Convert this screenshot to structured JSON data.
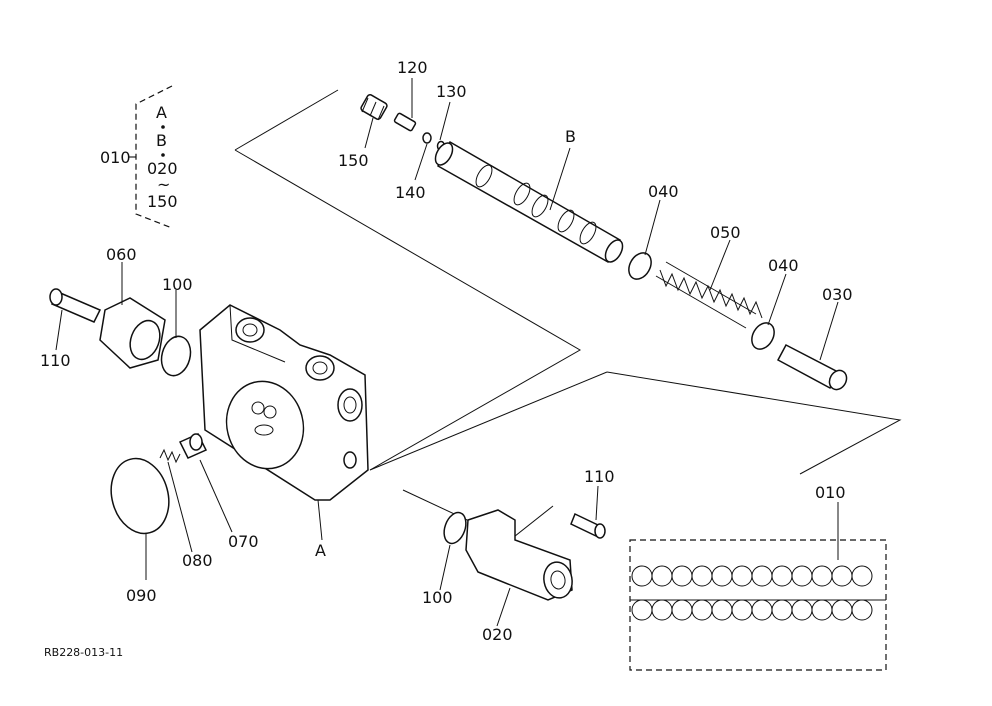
{
  "labels": {
    "p010_group": "010",
    "p010_A": "A",
    "p010_B": "B",
    "p010_020": "020",
    "p010_tilde": "~",
    "p010_150": "150",
    "p120": "120",
    "p130": "130",
    "p150": "150",
    "p140": "140",
    "pB": "B",
    "p040a": "040",
    "p050": "050",
    "p040b": "040",
    "p030": "030",
    "p060": "060",
    "p100a": "100",
    "p110a": "110",
    "pA": "A",
    "p070": "070",
    "p080": "080",
    "p090": "090",
    "p110b": "110",
    "p100b": "100",
    "p020": "020",
    "p010_assembly": "010"
  },
  "figure_code": "RB228-013-11"
}
